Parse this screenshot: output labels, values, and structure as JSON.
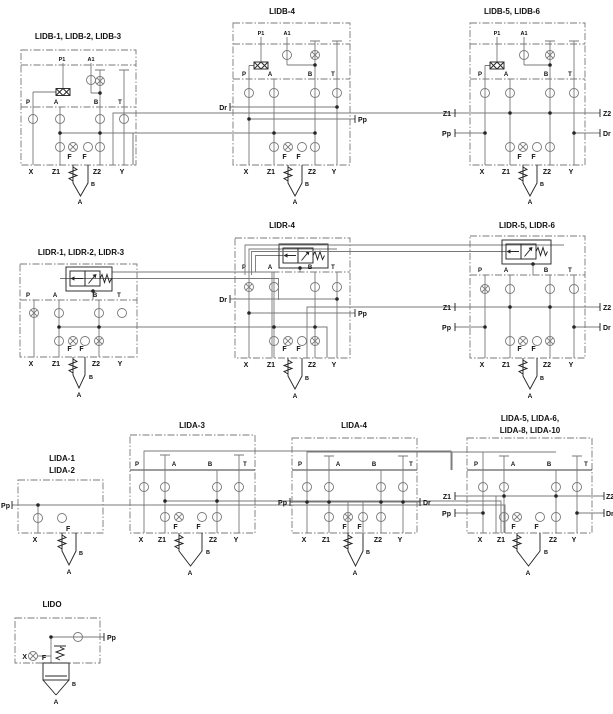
{
  "titles": {
    "lidb123": "LIDB-1, LIDB-2, LIDB-3",
    "lidb4": "LIDB-4",
    "lidb56": "LIDB-5, LIDB-6",
    "lidr123": "LIDR-1, LIDR-2, LIDR-3",
    "lidr4": "LIDR-4",
    "lidr56": "LIDR-5, LIDR-6",
    "lida12a": "LIDA-1",
    "lida12b": "LIDA-2",
    "lida3": "LIDA-3",
    "lida4": "LIDA-4",
    "lida5a": "LIDA-5, LIDA-6,",
    "lida5b": "LIDA-8, LIDA-10",
    "lido": "LIDO"
  },
  "labels": {
    "P": "P",
    "A": "A",
    "B": "B",
    "T": "T",
    "P1": "P1",
    "A1": "A1",
    "F": "F",
    "X": "X",
    "Z1": "Z1",
    "Z2": "Z2",
    "Y": "Y",
    "Pp": "Pp",
    "Dr": "Dr"
  },
  "colors": {
    "line": "#787878",
    "symbol": "#262626",
    "text": "#111111"
  }
}
